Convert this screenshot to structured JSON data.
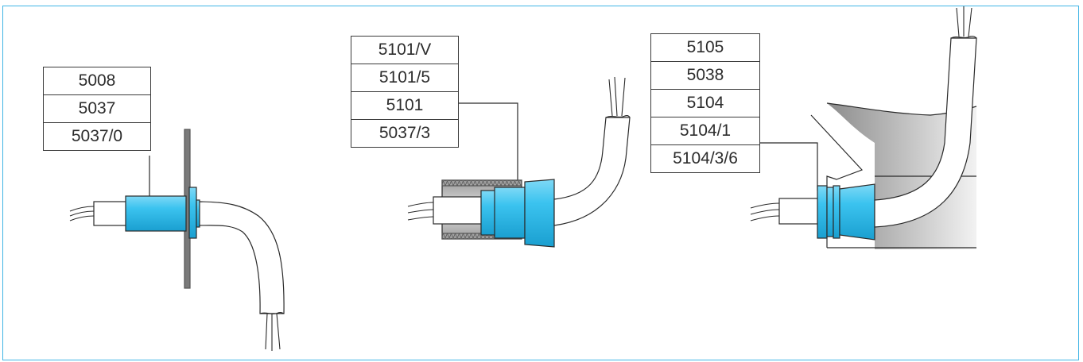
{
  "colors": {
    "frame": "#40b4e5",
    "gland": "#39c1ee",
    "outline": "#2a2a2a"
  },
  "diagram_a": {
    "labels": [
      "5008",
      "5037",
      "5037/0"
    ]
  },
  "diagram_b": {
    "labels": [
      "5101/V",
      "5101/5",
      "5101",
      "5037/3"
    ]
  },
  "diagram_c": {
    "labels": [
      "5105",
      "5038",
      "5104",
      "5104/1",
      "5104/3/6"
    ]
  }
}
